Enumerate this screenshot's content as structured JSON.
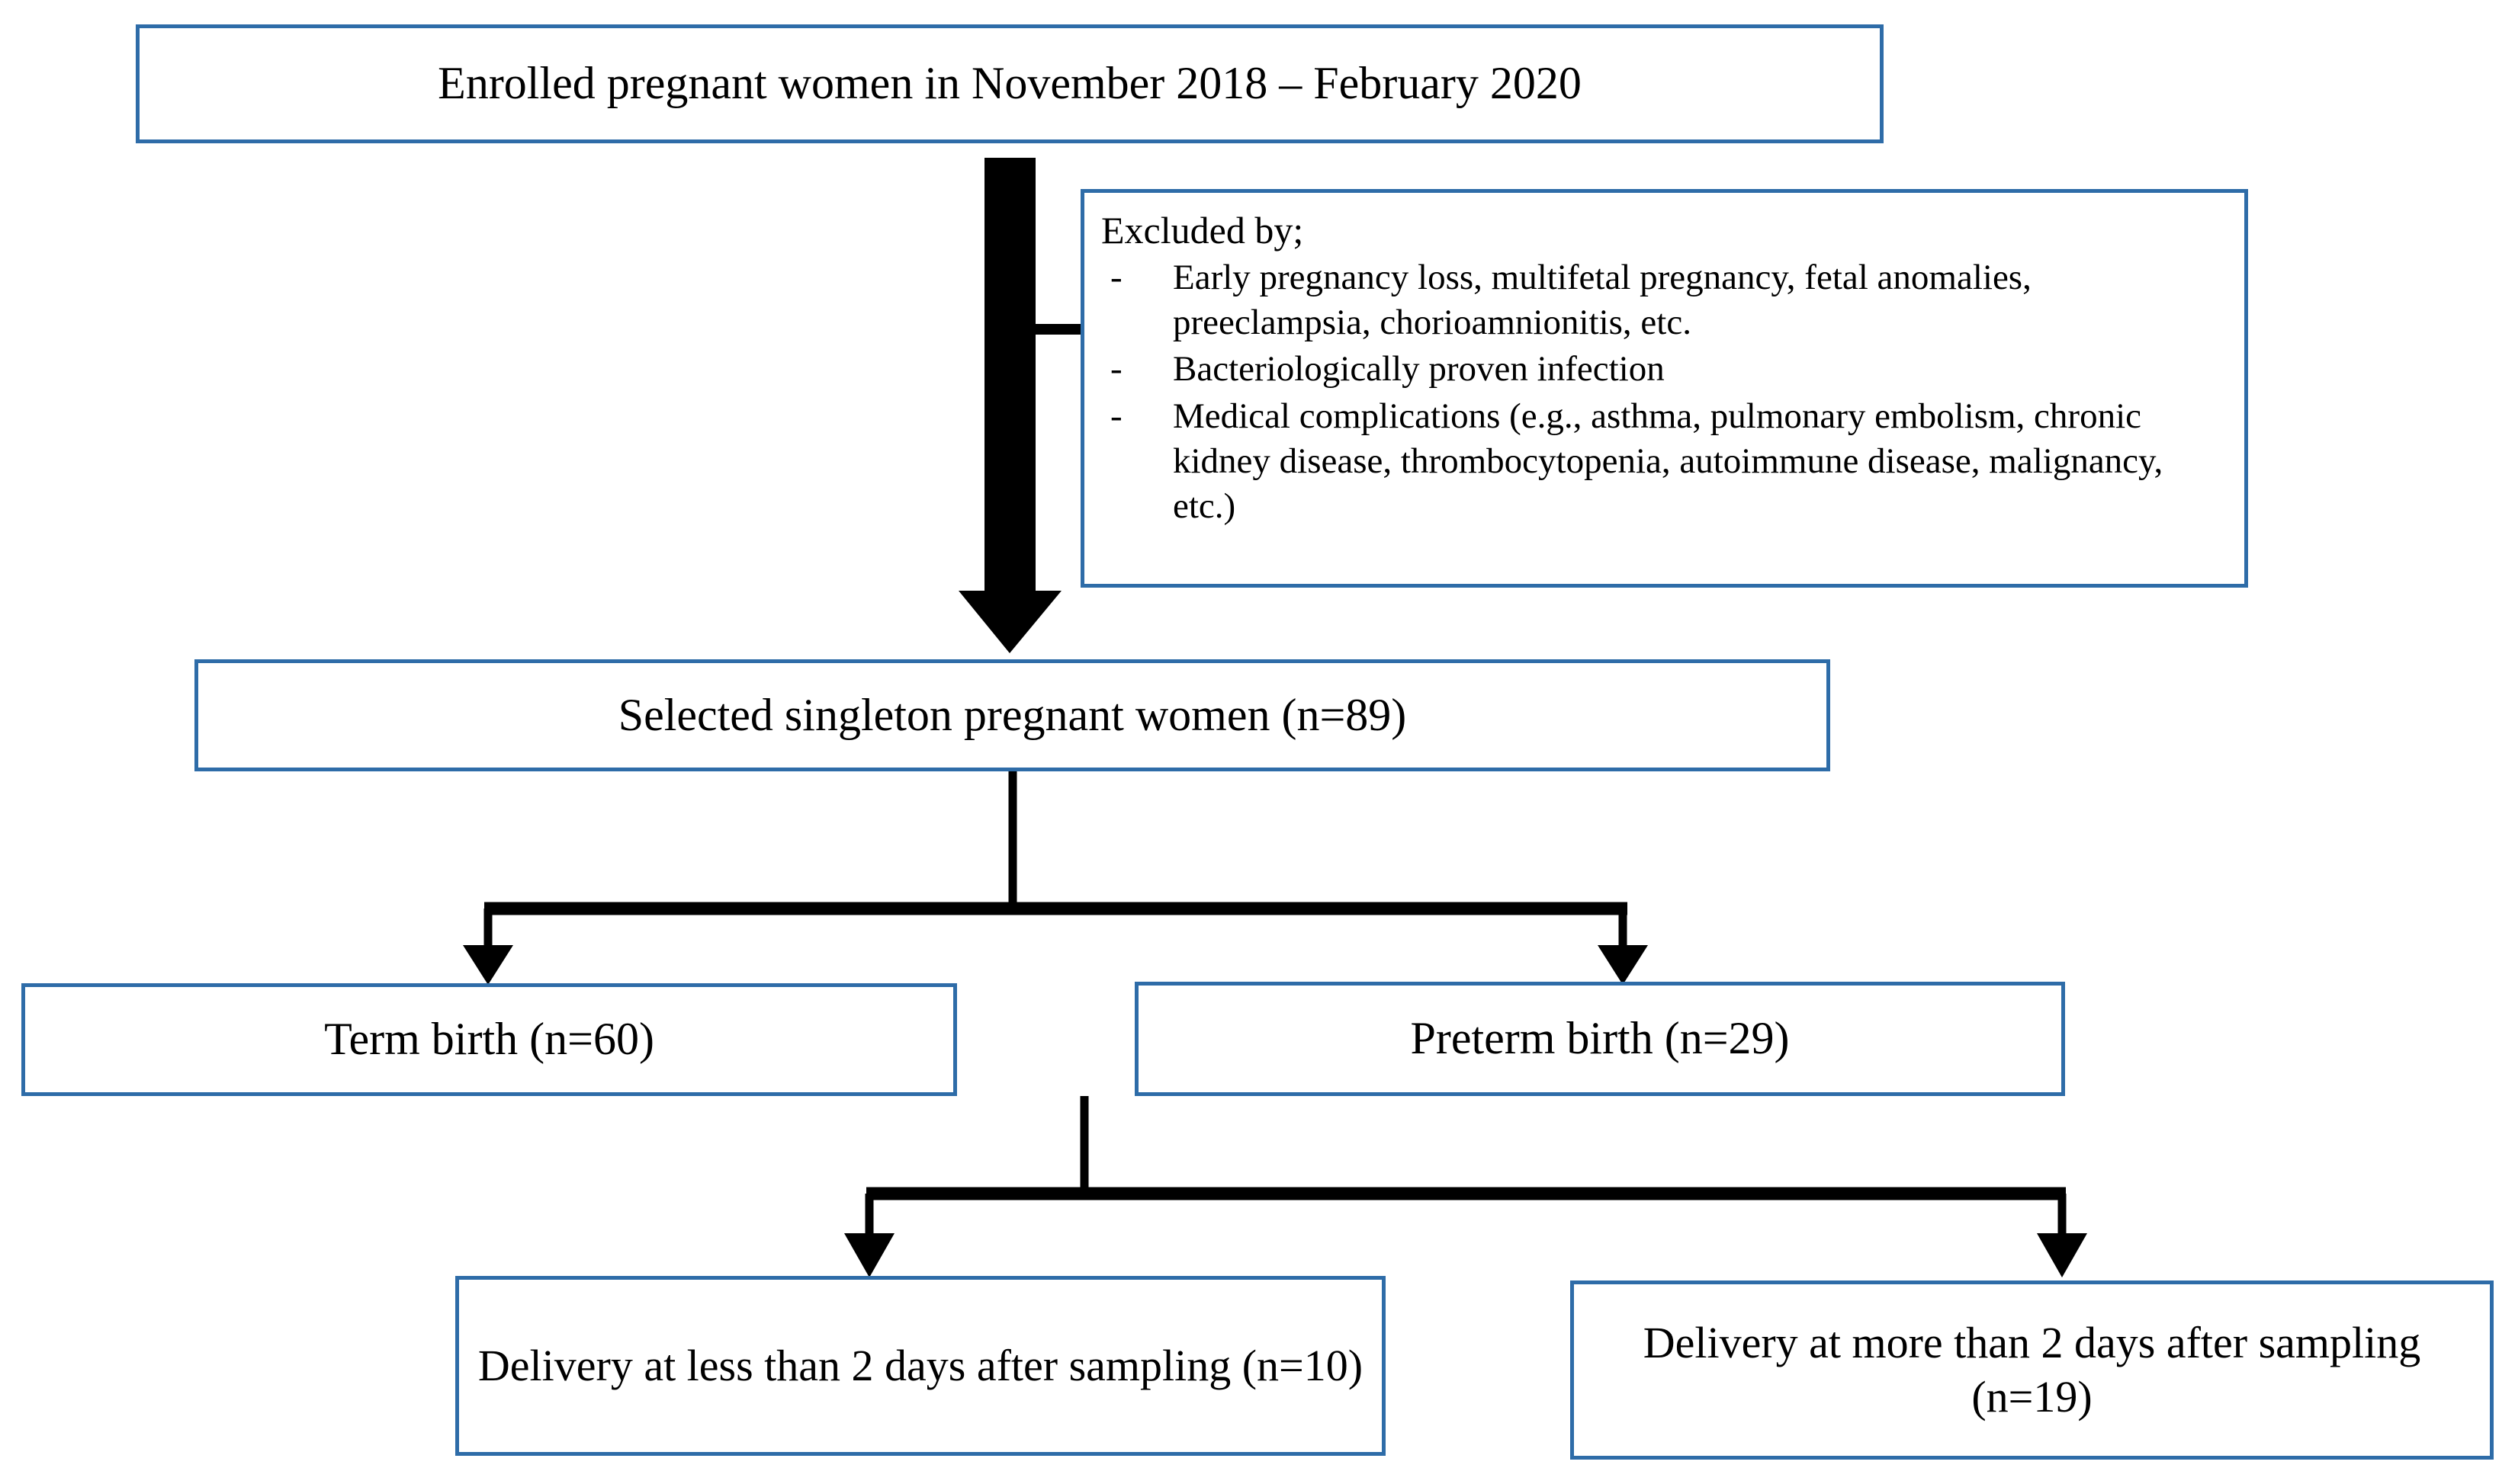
{
  "diagram": {
    "title_node": "Enrolled pregnant women in November 2018 – February 2020",
    "nodes": {
      "enrolled": "Enrolled pregnant women in November 2018 – February 2020",
      "selected": "Selected singleton pregnant women (n=89)",
      "term_birth": "Term birth (n=60)",
      "preterm_birth": "Preterm birth (n=29)",
      "delivery_less": "Delivery at less than 2 days after sampling (n=10)",
      "delivery_more": "Delivery at more than 2 days after sampling (n=19)"
    },
    "excluded": {
      "heading": "Excluded by;",
      "bullet_marker": "-",
      "items": [
        "Early pregnancy loss, multifetal pregnancy, fetal anomalies, preeclampsia, chorioamnionitis, etc.",
        "Bacteriologically proven infection",
        "Medical complications (e.g., asthma, pulmonary embolism, chronic kidney disease, thrombocytopenia, autoimmune disease, malignancy, etc.)"
      ]
    },
    "counts": {
      "selected_n": 89,
      "term_n": 60,
      "preterm_n": 29,
      "delivery_less_n": 10,
      "delivery_more_n": 19
    },
    "colors": {
      "box_border": "#2e6ca8",
      "box_fill": "#ffffff",
      "connector": "#000000",
      "page_background": "#ffffff"
    },
    "connectors": {
      "exclusion_arrow": "thick-down-arrow",
      "split_1": "two-way-split-to-term-and-preterm",
      "split_2": "two-way-split-to-delivery-boxes"
    }
  }
}
